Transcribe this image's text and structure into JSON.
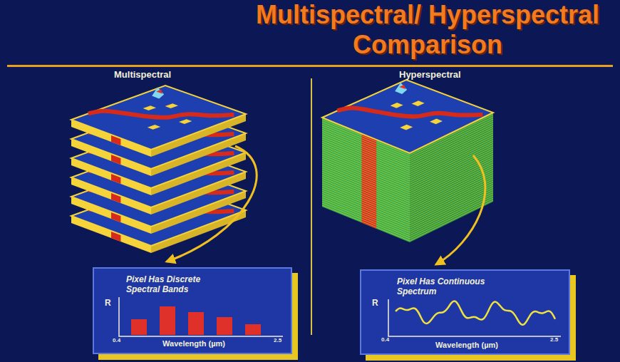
{
  "diagram": {
    "title": "Multispectral/ Hyperspectral Comparison",
    "nodes": [
      {
        "text": [
          "Pixel Has Discrete Spectral Bands"
        ]
      },
      {
        "text": [
          "Pixel Has Continuous Spectrum"
        ]
      }
    ],
    "labels": [
      "Multispectral",
      "Hyperspectral",
      "R",
      "0.4",
      "2.5",
      "Wavelength (µm)",
      "R",
      "0.4",
      "2.5",
      "Wavelength (µm)"
    ]
  }
}
